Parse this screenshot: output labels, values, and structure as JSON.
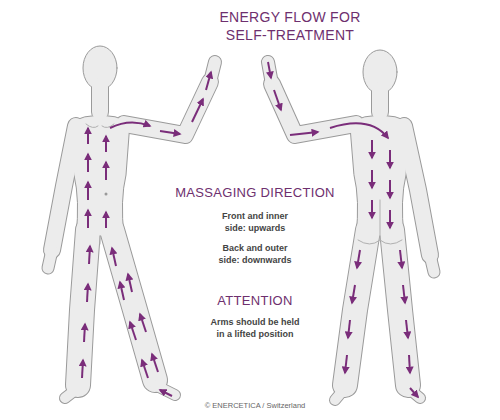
{
  "diagram": {
    "title": "ENERGY FLOW FOR SELF-TREATMENT",
    "labels": [
      "MASSAGING DIRECTION",
      "Front and inner side: upwards",
      "Back and outer side: downwards",
      "ATTENTION",
      "Arms should be held in a lifted position",
      "© ENERCETICA / Switzerland"
    ]
  }
}
